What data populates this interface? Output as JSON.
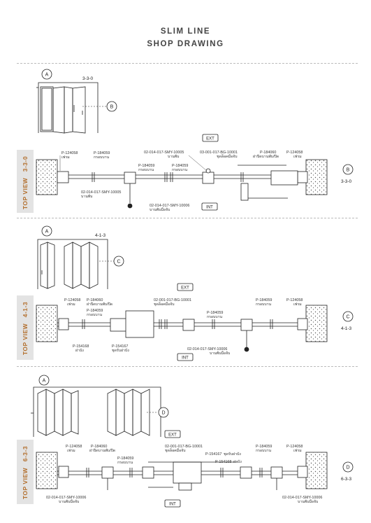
{
  "title": {
    "line1": "SLIM LINE",
    "line2": "SHOP DRAWING"
  },
  "sections": [
    {
      "id": "A",
      "detail_marker": "B",
      "config": "3-3-0",
      "view_label": "TOP VIEW",
      "ext_tag": "EXT",
      "int_tag": "INT",
      "callouts": [
        {
          "code": "P-124058",
          "desc": "เฟรม"
        },
        {
          "code": "P-184059",
          "desc": "กรอบบาน"
        },
        {
          "code": "02-014-017-SMY-10005",
          "desc": "บานพับ"
        },
        {
          "code": "P-184059",
          "desc": "กรอบบาน"
        },
        {
          "code": "03-001-017-BG-10001",
          "desc": "ชุดล็อคมือจับ"
        },
        {
          "code": "P-184060",
          "desc": "ฝาปิดบานพับ/ปิด"
        },
        {
          "code": "P-124058",
          "desc": "เฟรม"
        },
        {
          "code": "02-014-017-SMY-10005",
          "desc": "บานพับ"
        },
        {
          "code": "02-014-017-SMY-10006",
          "desc": "บานพับมือจับ"
        },
        {
          "code": "P-184059",
          "desc": "กรอบบาน"
        }
      ]
    },
    {
      "id": "A",
      "detail_marker": "C",
      "config": "4-1-3",
      "view_label": "TOP VIEW",
      "ext_tag": "EXT",
      "int_tag": "INT",
      "callouts": [
        {
          "code": "P-124058",
          "desc": "เฟรม"
        },
        {
          "code": "P-184060",
          "desc": "ฝาปิดบานพับ/ปิด"
        },
        {
          "code": "P-184059",
          "desc": "กรอบบาน"
        },
        {
          "code": "02-001-017-BG-10001",
          "desc": "ชุดล็อคมือจับ"
        },
        {
          "code": "P-184059",
          "desc": "กรอบบาน"
        },
        {
          "code": "P-184059",
          "desc": "กรอบบาน"
        },
        {
          "code": "P-124058",
          "desc": "เฟรม"
        },
        {
          "code": "P-154168",
          "desc": "ฝาบัง"
        },
        {
          "code": "P-154167",
          "desc": "ชุดรับฝาบัง"
        },
        {
          "code": "02-014-017-SMY-10006",
          "desc": "บานพับมือจับ"
        }
      ]
    },
    {
      "id": "A",
      "detail_marker": "D",
      "config": "6-3-3",
      "view_label": "TOP VIEW",
      "ext_tag": "EXT",
      "int_tag": "INT",
      "callouts": [
        {
          "code": "P-124058",
          "desc": "เฟรม"
        },
        {
          "code": "P-184060",
          "desc": "ฝาปิดบานพับ/ปิด"
        },
        {
          "code": "P-184059",
          "desc": "กรอบบาน"
        },
        {
          "code": "02-001-017-BG-10001",
          "desc": "ชุดล็อคมือจับ"
        },
        {
          "code": "P-154167",
          "desc": "ชุดรับฝาบัง"
        },
        {
          "code": "P-154168",
          "desc": "ฝาบัง"
        },
        {
          "code": "P-184059",
          "desc": "กรอบบาน"
        },
        {
          "code": "P-124058",
          "desc": "เฟรม"
        },
        {
          "code": "02-014-017-SMY-10006",
          "desc": "บานพับมือจับ"
        },
        {
          "code": "02-014-017-SMY-10006",
          "desc": "บานพับมือจับ"
        }
      ]
    }
  ],
  "colors": {
    "accent": "#b3702f",
    "line": "#222222",
    "bar": "#e3e3e3"
  }
}
